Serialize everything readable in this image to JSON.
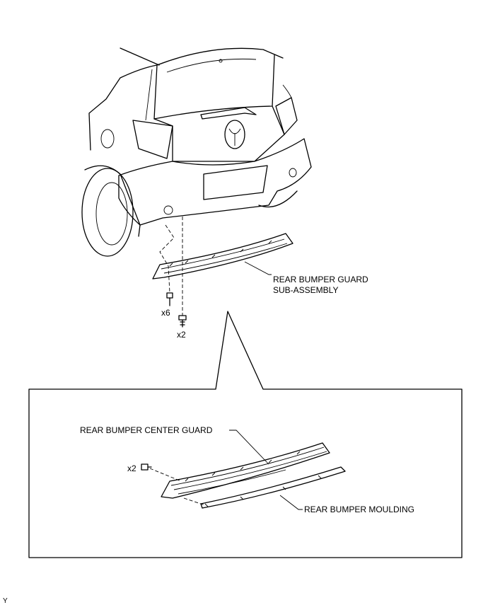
{
  "labels": {
    "guard_sub_assembly_line1": "REAR BUMPER GUARD",
    "guard_sub_assembly_line2": "SUB-ASSEMBLY",
    "center_guard": "REAR BUMPER CENTER GUARD",
    "moulding": "REAR BUMPER MOULDING"
  },
  "quantities": {
    "clips_guard": "x6",
    "screws_guard": "x2",
    "screws_center": "x2"
  },
  "corner_mark": "Y"
}
